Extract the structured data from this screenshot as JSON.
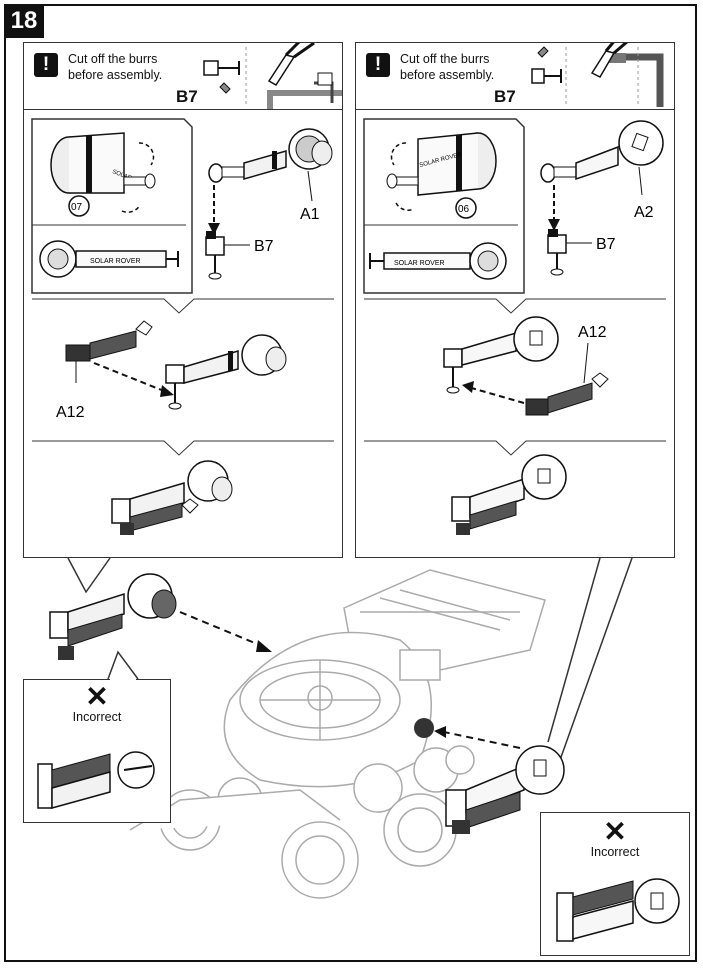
{
  "step": {
    "number": "18"
  },
  "left_panel": {
    "warning_glyph": "!",
    "note": "Cut off the burrs before assembly.",
    "part_ref": "B7",
    "brand_label": "SOLAR ROVER",
    "callout_number": "07",
    "labels": {
      "a1": "A1",
      "b7": "B7",
      "a12": "A12"
    }
  },
  "right_panel": {
    "warning_glyph": "!",
    "note": "Cut off the burrs before assembly.",
    "part_ref": "B7",
    "brand_label": "SOLAR ROVER",
    "callout_number": "06",
    "labels": {
      "a2": "A2",
      "b7": "B7",
      "a12": "A12"
    }
  },
  "incorrect_left": {
    "mark": "✕",
    "label": "Incorrect"
  },
  "incorrect_right": {
    "mark": "✕",
    "label": "Incorrect"
  },
  "icons": [
    "warning-icon",
    "cutter-icon",
    "rotate-arrow-icon",
    "assembly-arrow-icon",
    "incorrect-x-icon"
  ],
  "colors": {
    "ink": "#111111",
    "gray_part": "#555555",
    "light_part": "#d9d9d9"
  }
}
